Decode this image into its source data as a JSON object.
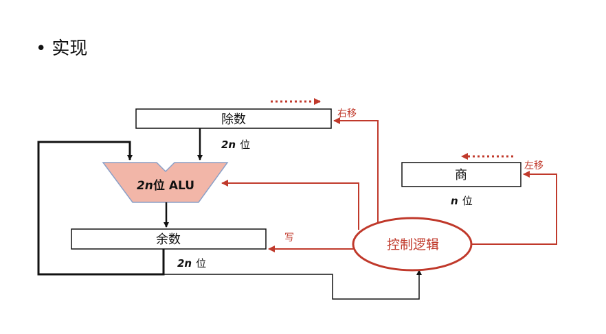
{
  "title": "实现",
  "divisor": {
    "label": "除数",
    "width_label_num": "2n",
    "width_label_unit": "位",
    "shift_label": "右移"
  },
  "alu": {
    "label_num": "2n",
    "label_text": "位 ALU"
  },
  "remainder": {
    "label": "余数",
    "width_label_num": "2n",
    "width_label_unit": "位",
    "write_label": "写"
  },
  "quotient": {
    "label": "商",
    "width_label_num": "n",
    "width_label_unit": "位",
    "shift_label": "左移"
  },
  "control": {
    "label": "控制逻辑"
  },
  "colors": {
    "accent": "#c0392b",
    "alu_fill": "#f2b6a8",
    "alu_stroke": "#8aa0c8",
    "line": "#111111"
  }
}
